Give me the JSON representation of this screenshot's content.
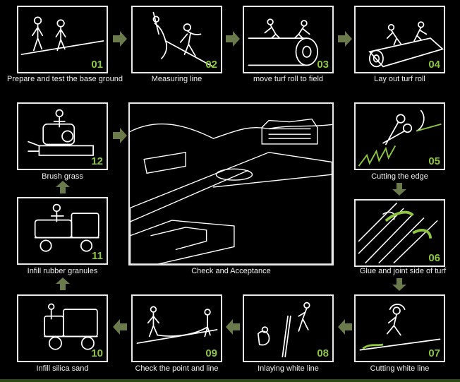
{
  "colors": {
    "accent": "#8ec63f",
    "arrow": "#6b7a4a",
    "line": "#e8e8e8"
  },
  "steps": [
    {
      "num": "01",
      "label": "Prepare and test the base ground"
    },
    {
      "num": "02",
      "label": "Measuring line"
    },
    {
      "num": "03",
      "label": "move turf roll to field"
    },
    {
      "num": "04",
      "label": "Lay out turf roll"
    },
    {
      "num": "05",
      "label": "Cutting the edge"
    },
    {
      "num": "06",
      "label": "Glue and joint side of turf"
    },
    {
      "num": "07",
      "label": "Cutting white line"
    },
    {
      "num": "08",
      "label": "Inlaying white line"
    },
    {
      "num": "09",
      "label": "Check the point and line"
    },
    {
      "num": "10",
      "label": "Infill silica sand"
    },
    {
      "num": "11",
      "label": "Infill rubber granules"
    },
    {
      "num": "12",
      "label": "Brush grass"
    }
  ],
  "center": {
    "label": "Check and Acceptance"
  }
}
